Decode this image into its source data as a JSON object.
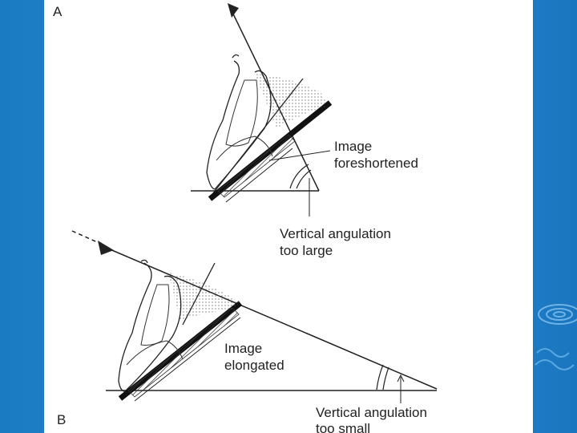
{
  "panel_labels": {
    "a": "A",
    "b": "B"
  },
  "diagram_a": {
    "caption_line1": "Image",
    "caption_line2": "foreshortened",
    "angle_line1": "Vertical angulation",
    "angle_line2": "too large"
  },
  "diagram_b": {
    "caption_line1": "Image",
    "caption_line2": "elongated",
    "angle_line1": "Vertical angulation",
    "angle_line2": "too small"
  },
  "colors": {
    "background": "#1f80c6",
    "panel": "#ffffff",
    "ink": "#222222"
  }
}
